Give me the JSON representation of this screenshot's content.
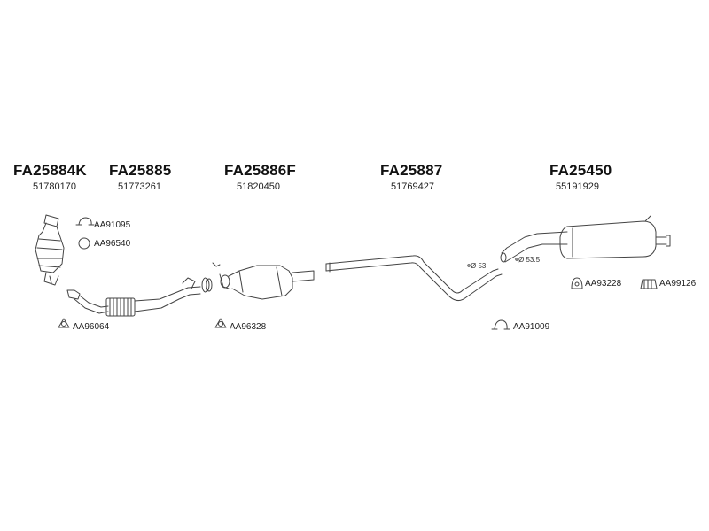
{
  "colors": {
    "line": "#444444",
    "text": "#111111",
    "background": "#ffffff"
  },
  "headers": [
    {
      "code": "FA25884K",
      "oem": "51780170"
    },
    {
      "code": "FA25885",
      "oem": "51773261"
    },
    {
      "code": "FA25886F",
      "oem": "51820450"
    },
    {
      "code": "FA25887",
      "oem": "51769427"
    },
    {
      "code": "FA25450",
      "oem": "55191929"
    }
  ],
  "fittings": [
    {
      "label": "AA91095",
      "icon": "clamp-icon"
    },
    {
      "label": "AA96540",
      "icon": "ring-seal-icon"
    },
    {
      "label": "AA96064",
      "icon": "gasket-icon"
    },
    {
      "label": "AA96328",
      "icon": "gasket-icon"
    },
    {
      "label": "AA91009",
      "icon": "clamp-icon"
    },
    {
      "label": "AA93228",
      "icon": "rubber-mount-icon"
    },
    {
      "label": "AA99126",
      "icon": "rubber-hanger-icon"
    }
  ],
  "diameters": [
    "Ø 53",
    "Ø 53.5"
  ]
}
